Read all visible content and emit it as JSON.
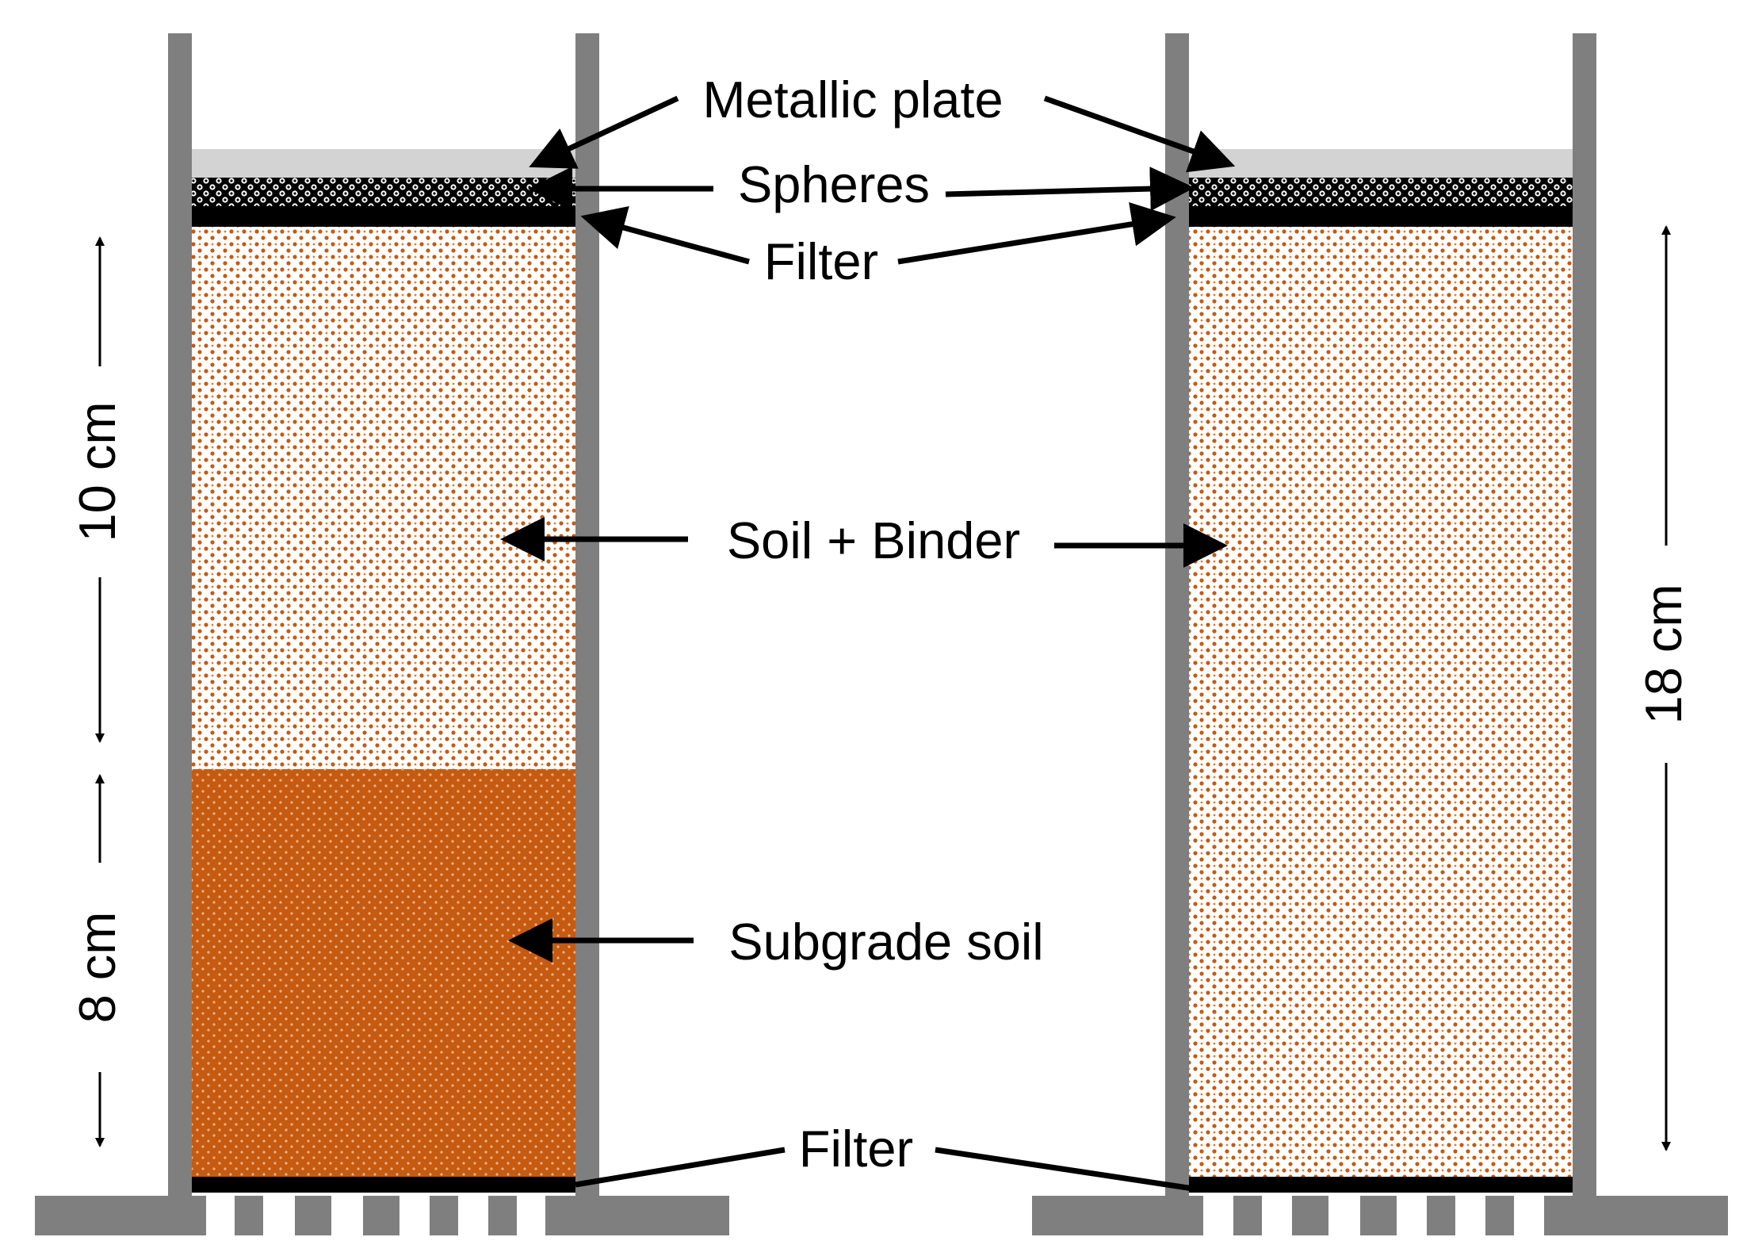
{
  "labels": {
    "metallic_plate": "Metallic plate",
    "spheres": "Spheres",
    "filter_top": "Filter",
    "soil_binder": "Soil + Binder",
    "subgrade_soil": "Subgrade soil",
    "filter_bottom": "Filter"
  },
  "dimensions": {
    "upper_layer": "10 cm",
    "lower_layer": "8 cm",
    "full_column": "18 cm"
  },
  "colors": {
    "wall": "#7f7f7f",
    "plate": "#d3d3d3",
    "filter": "#000000",
    "soil_binder_dots": "#c55a11",
    "subgrade_fill": "#c55a11",
    "subgrade_dots": "#f4b183",
    "background": "#ffffff"
  }
}
